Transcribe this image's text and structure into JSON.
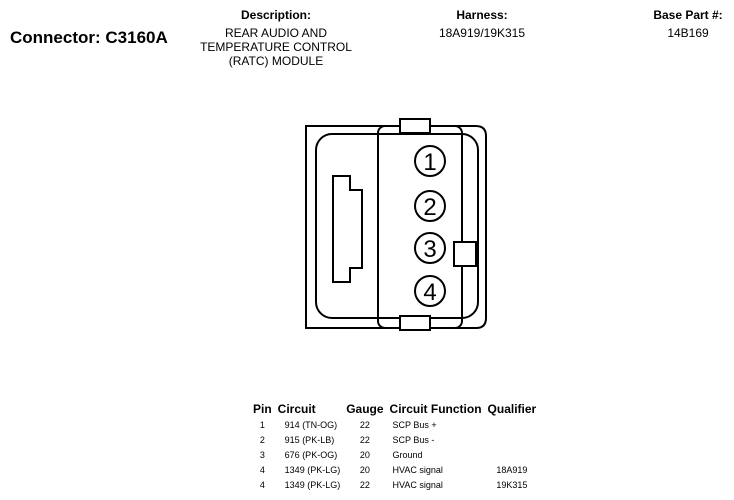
{
  "connector": {
    "label": "Connector:",
    "id": "C3160A"
  },
  "description": {
    "header": "Description:",
    "lines": [
      "REAR AUDIO AND",
      "TEMPERATURE CONTROL",
      "(RATC) MODULE"
    ]
  },
  "harness": {
    "header": "Harness:",
    "value": "18A919/19K315"
  },
  "base_part": {
    "header": "Base Part #:",
    "value": "14B169"
  },
  "diagram": {
    "pins": [
      "1",
      "2",
      "3",
      "4"
    ]
  },
  "table": {
    "headers": [
      "Pin",
      "Circuit",
      "Gauge",
      "Circuit Function",
      "Qualifier"
    ],
    "rows": [
      {
        "pin": "1",
        "circuit": "914 (TN-OG)",
        "gauge": "22",
        "function": "SCP Bus +",
        "qualifier": ""
      },
      {
        "pin": "2",
        "circuit": "915 (PK-LB)",
        "gauge": "22",
        "function": "SCP Bus -",
        "qualifier": ""
      },
      {
        "pin": "3",
        "circuit": "676 (PK-OG)",
        "gauge": "20",
        "function": "Ground",
        "qualifier": ""
      },
      {
        "pin": "4",
        "circuit": "1349 (PK-LG)",
        "gauge": "20",
        "function": "HVAC signal",
        "qualifier": "18A919"
      },
      {
        "pin": "4",
        "circuit": "1349 (PK-LG)",
        "gauge": "22",
        "function": "HVAC signal",
        "qualifier": "19K315"
      }
    ]
  }
}
